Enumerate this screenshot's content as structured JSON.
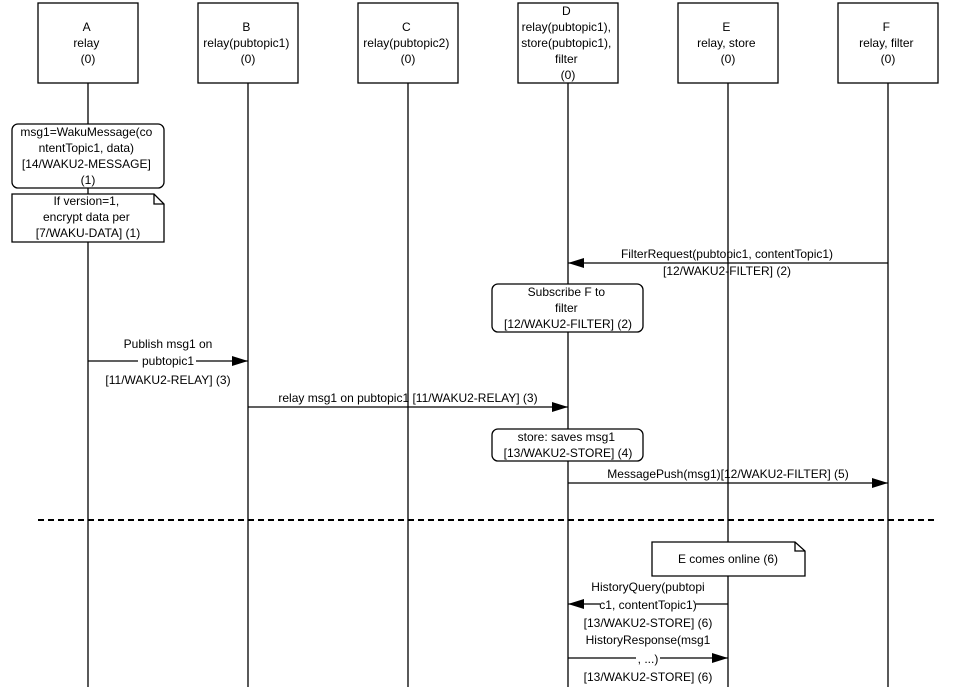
{
  "participants": [
    {
      "id": "A",
      "lines": [
        "A",
        "relay",
        "(0)"
      ]
    },
    {
      "id": "B",
      "lines": [
        "B",
        "relay(pubtopic1)",
        "(0)"
      ]
    },
    {
      "id": "C",
      "lines": [
        "C",
        "relay(pubtopic2)",
        "(0)"
      ]
    },
    {
      "id": "D",
      "lines": [
        "D",
        "relay(pubtopic1),",
        "store(pubtopic1),",
        "filter",
        "(0)"
      ]
    },
    {
      "id": "E",
      "lines": [
        "E",
        "relay, store",
        "(0)"
      ]
    },
    {
      "id": "F",
      "lines": [
        "F",
        "relay, filter",
        "(0)"
      ]
    }
  ],
  "notes": {
    "msg1": [
      "msg1=WakuMessage(co",
      "ntentTopic1, data)",
      "[14/WAKU2-MESSAGE]",
      "(1)"
    ],
    "encrypt": [
      "If version=1,",
      "encrypt data per",
      "[7/WAKU-DATA] (1)"
    ],
    "subscribe": [
      "Subscribe F to",
      "filter",
      "[12/WAKU2-FILTER] (2)"
    ],
    "store": [
      "store: saves msg1",
      "[13/WAKU2-STORE] (4)"
    ],
    "online": [
      "E comes online (6)"
    ]
  },
  "messages": {
    "filter_request": [
      "FilterRequest(pubtopic1, contentTopic1)",
      "[12/WAKU2-FILTER] (2)"
    ],
    "publish": [
      "Publish msg1 on",
      "pubtopic1",
      "[11/WAKU2-RELAY] (3)"
    ],
    "relay": [
      "relay msg1 on pubtopic1 [11/WAKU2-RELAY] (3)"
    ],
    "push": [
      "MessagePush(msg1)[12/WAKU2-FILTER] (5)"
    ],
    "history_query": [
      "HistoryQuery(pubtopi",
      "c1, contentTopic1)",
      "[13/WAKU2-STORE] (6)"
    ],
    "history_response": [
      "HistoryResponse(msg1",
      ", ...)",
      "[13/WAKU2-STORE] (6)"
    ]
  }
}
